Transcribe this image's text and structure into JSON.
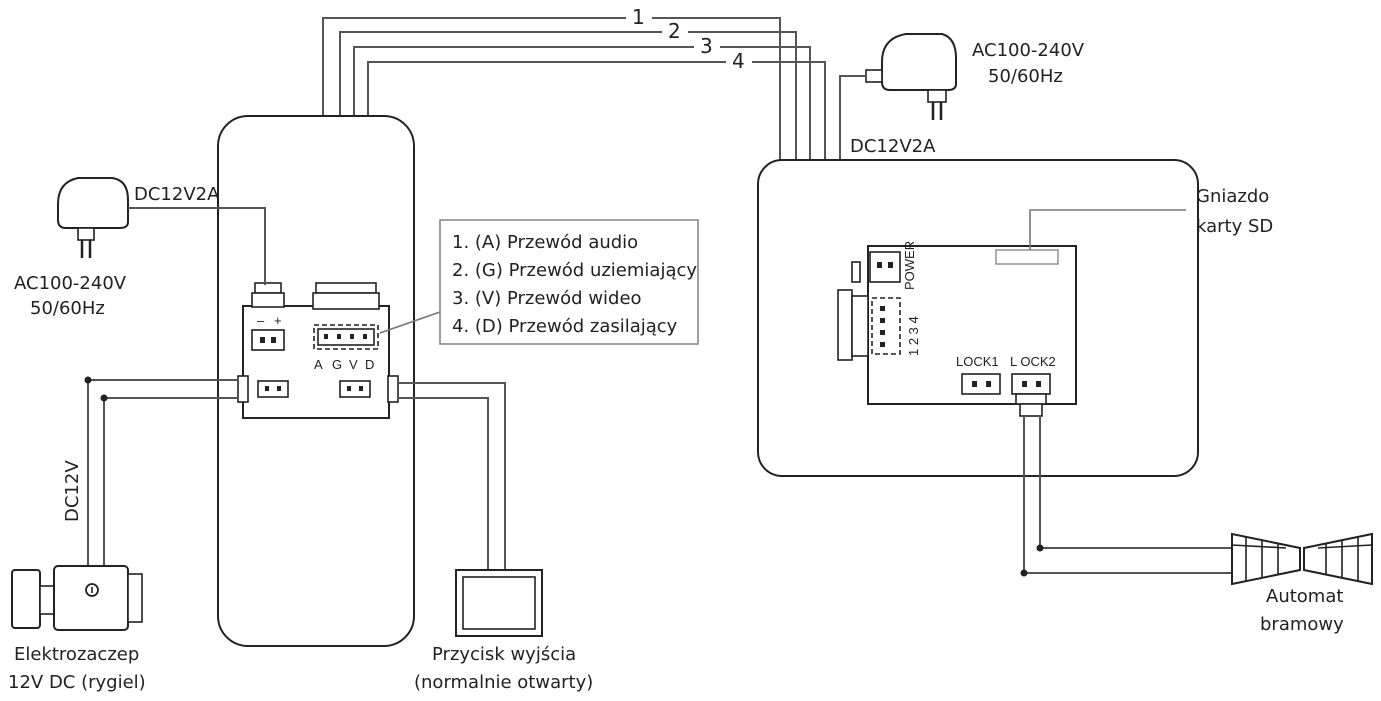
{
  "wire_numbers": [
    "1",
    "2",
    "3",
    "4"
  ],
  "left_adapter": {
    "dc_label": "DC12V2A",
    "ac_line1": "AC100-240V",
    "ac_line2": "50/60Hz"
  },
  "right_adapter": {
    "dc_label": "DC12V2A",
    "ac_line1": "AC100-240V",
    "ac_line2": "50/60Hz"
  },
  "outdoor_terminal": {
    "minus": "–",
    "plus": "+",
    "pins": [
      "A",
      "G",
      "V",
      "D"
    ]
  },
  "legend": [
    "1. (A) Przewód audio",
    "2. (G) Przewód uziemiający",
    "3. (V) Przewód wideo",
    "4. (D) Przewód zasilający"
  ],
  "monitor_board": {
    "power_label": "POWER",
    "pins_label": "1 2 3 4",
    "lock1_label": "LOCK1",
    "lock2_label": "L  OCK2"
  },
  "sd_slot": {
    "line1": "Gniazdo",
    "line2": "karty SD"
  },
  "lock_wire_label": "DC12V",
  "door_lock": {
    "line1": "Elektrozaczep",
    "line2": "12V DC (rygiel)"
  },
  "exit_button": {
    "line1": "Przycisk wyjścia",
    "line2": "(normalnie otwarty)"
  },
  "gate_automat": {
    "line1": "Automat",
    "line2": "bramowy"
  }
}
